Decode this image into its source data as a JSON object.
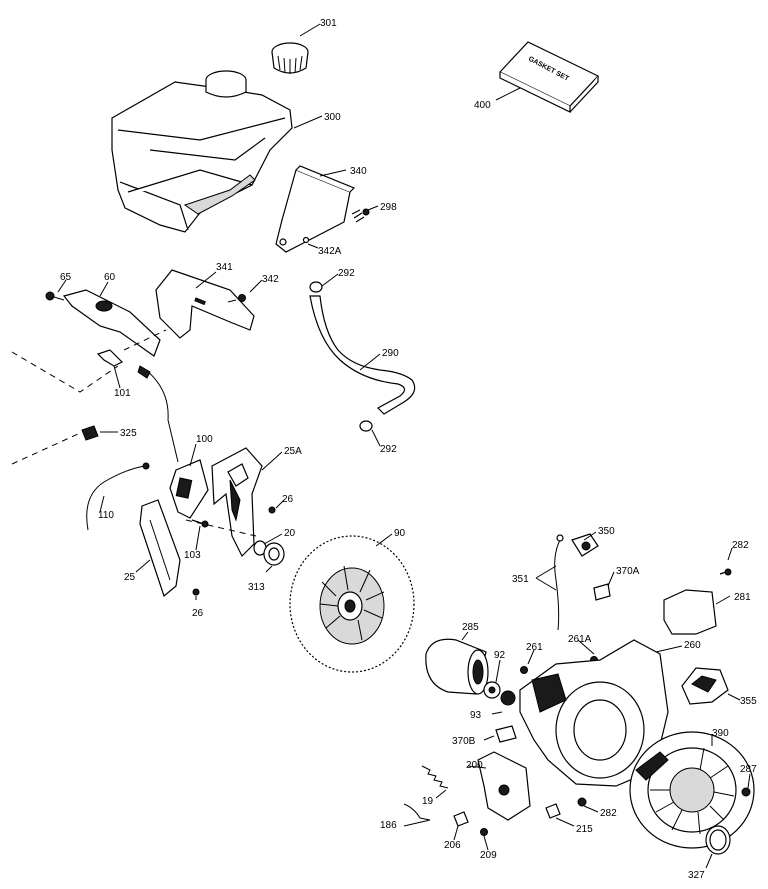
{
  "gasket_set": "GASKET SET",
  "callouts": [
    {
      "id": "c301",
      "label": "301"
    },
    {
      "id": "c300",
      "label": "300"
    },
    {
      "id": "c400",
      "label": "400"
    },
    {
      "id": "c340",
      "label": "340"
    },
    {
      "id": "c298",
      "label": "298"
    },
    {
      "id": "c342A",
      "label": "342A"
    },
    {
      "id": "c65",
      "label": "65"
    },
    {
      "id": "c60",
      "label": "60"
    },
    {
      "id": "c341",
      "label": "341"
    },
    {
      "id": "c342",
      "label": "342"
    },
    {
      "id": "c292a",
      "label": "292"
    },
    {
      "id": "c290",
      "label": "290"
    },
    {
      "id": "c292b",
      "label": "292"
    },
    {
      "id": "c101",
      "label": "101"
    },
    {
      "id": "c325",
      "label": "325"
    },
    {
      "id": "c100",
      "label": "100"
    },
    {
      "id": "c25A",
      "label": "25A"
    },
    {
      "id": "c110",
      "label": "110"
    },
    {
      "id": "c26a",
      "label": "26"
    },
    {
      "id": "c20",
      "label": "20"
    },
    {
      "id": "c103",
      "label": "103"
    },
    {
      "id": "c313",
      "label": "313"
    },
    {
      "id": "c25",
      "label": "25"
    },
    {
      "id": "c26b",
      "label": "26"
    },
    {
      "id": "c90",
      "label": "90"
    },
    {
      "id": "c350",
      "label": "350"
    },
    {
      "id": "c282a",
      "label": "282"
    },
    {
      "id": "c351",
      "label": "351"
    },
    {
      "id": "c370A",
      "label": "370A"
    },
    {
      "id": "c281",
      "label": "281"
    },
    {
      "id": "c285",
      "label": "285"
    },
    {
      "id": "c261",
      "label": "261"
    },
    {
      "id": "c261A",
      "label": "261A"
    },
    {
      "id": "c260",
      "label": "260"
    },
    {
      "id": "c92",
      "label": "92"
    },
    {
      "id": "c355",
      "label": "355"
    },
    {
      "id": "c93",
      "label": "93"
    },
    {
      "id": "c370B",
      "label": "370B"
    },
    {
      "id": "c390",
      "label": "390"
    },
    {
      "id": "c200",
      "label": "200"
    },
    {
      "id": "c287",
      "label": "287"
    },
    {
      "id": "c19",
      "label": "19"
    },
    {
      "id": "c282b",
      "label": "282"
    },
    {
      "id": "c186",
      "label": "186"
    },
    {
      "id": "c215",
      "label": "215"
    },
    {
      "id": "c206",
      "label": "206"
    },
    {
      "id": "c209",
      "label": "209"
    },
    {
      "id": "c327",
      "label": "327"
    }
  ]
}
